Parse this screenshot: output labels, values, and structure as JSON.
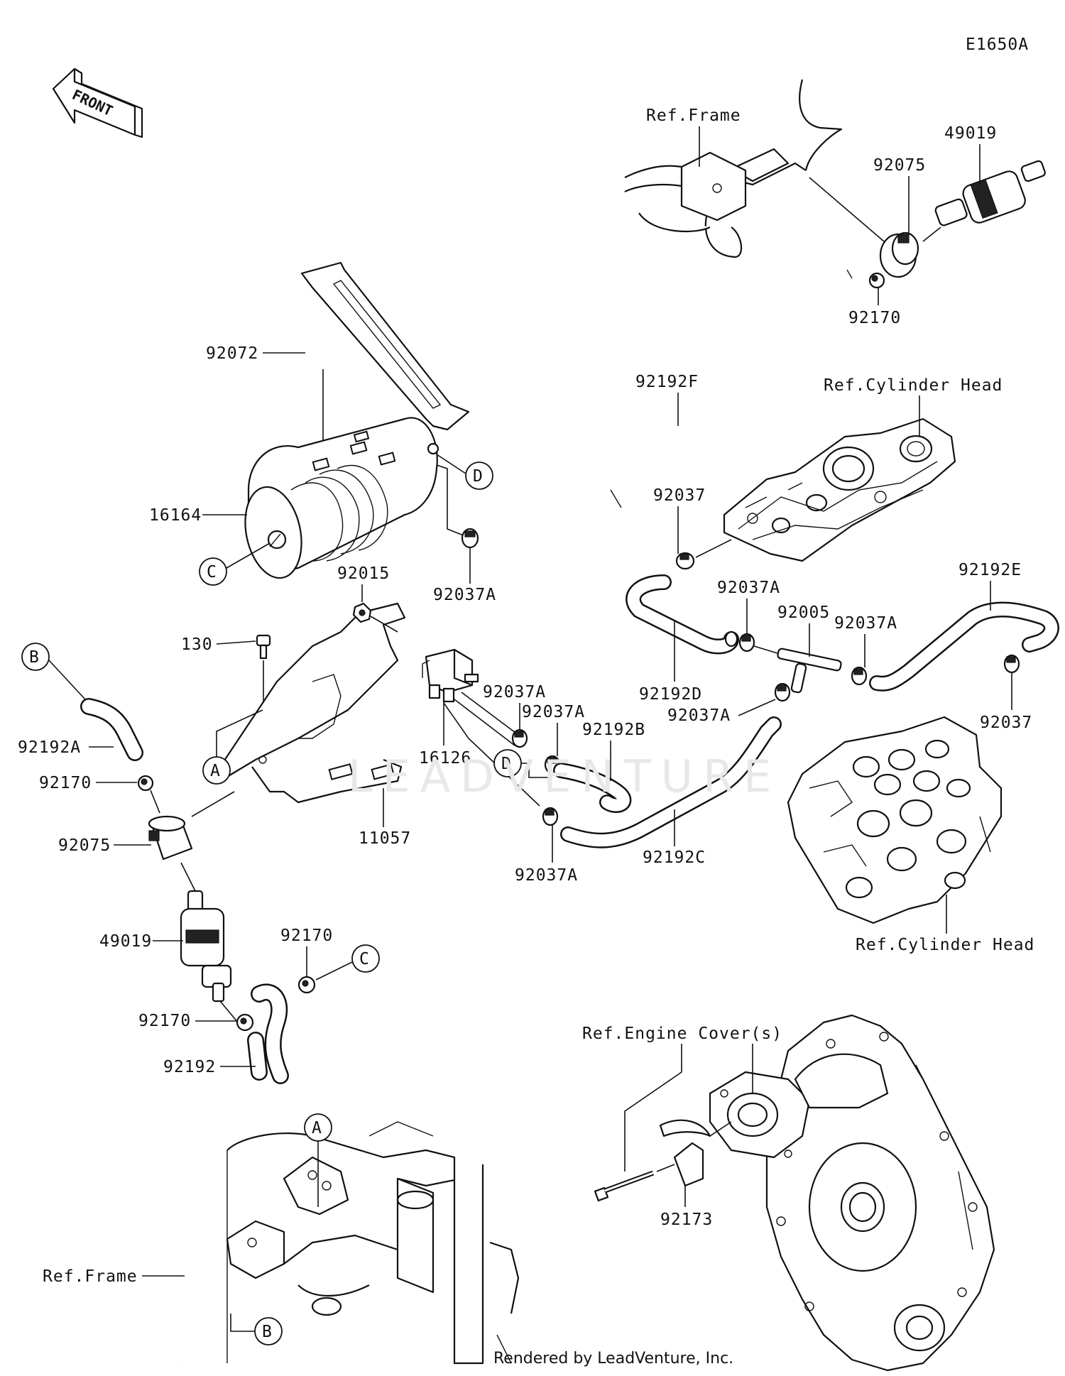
{
  "diagram_code": "E1650A",
  "front_arrow": "FRONT",
  "watermark": "LEADVENTURE",
  "credit": "Rendered by LeadVenture, Inc.",
  "refs": {
    "frame_top": "Ref.Frame",
    "cyl_head_top": "Ref.Cylinder Head",
    "cyl_head_bottom": "Ref.Cylinder Head",
    "engine_cover": "Ref.Engine Cover(s)",
    "frame_bottom": "Ref.Frame"
  },
  "parts": {
    "p49019_top": "49019",
    "p92075_top": "92075",
    "p92170_top": "92170",
    "p92072": "92072",
    "p92192F": "92192F",
    "p16164": "16164",
    "p92037A_1": "92037A",
    "p92037_1": "92037",
    "p92015": "92015",
    "p130": "130",
    "p92192A": "92192A",
    "p92170_2": "92170",
    "p92075_2": "92075",
    "p11057": "11057",
    "p16126": "16126",
    "p92037A_2": "92037A",
    "p92037A_3": "92037A",
    "p92192B": "92192B",
    "p92192D": "92192D",
    "p92037A_4": "92037A",
    "p92005": "92005",
    "p92037A_5": "92037A",
    "p92192E": "92192E",
    "p92037A_6": "92037A",
    "p92037_2": "92037",
    "p92192C": "92192C",
    "p92037A_7": "92037A",
    "p49019_2": "49019",
    "p92170_3": "92170",
    "p92170_4": "92170",
    "p92192": "92192",
    "p92173": "92173"
  },
  "markers": {
    "A1": "A",
    "A2": "A",
    "B1": "B",
    "B2": "B",
    "C1": "C",
    "C2": "C",
    "D1": "D",
    "D2": "D"
  }
}
